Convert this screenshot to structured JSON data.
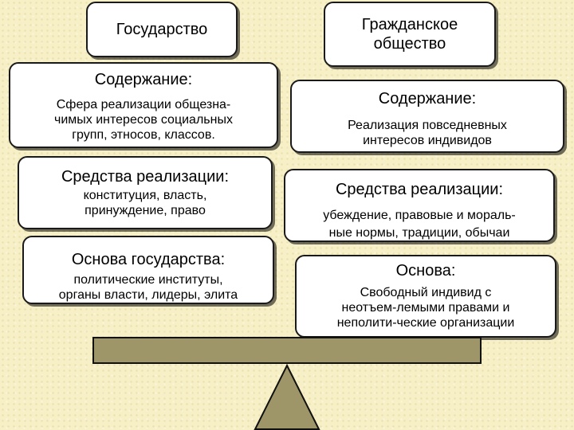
{
  "left": {
    "title": "Государство",
    "content": {
      "heading": "Содержание:",
      "text_lines": [
        "Сфера реализации общезна-",
        "чимых интересов социальных",
        "групп, этносов, классов."
      ]
    },
    "means": {
      "heading": "Средства реализации:",
      "text_lines": [
        "конституция, власть,",
        "принуждение, право"
      ]
    },
    "basis": {
      "heading": "Основа государства:",
      "text_lines": [
        "политические институты,",
        "органы власти, лидеры, элита"
      ]
    }
  },
  "right": {
    "title_lines": [
      "Гражданское",
      "общество"
    ],
    "content": {
      "heading": "Содержание:",
      "text_lines": [
        "Реализация повседневных",
        "интересов индивидов"
      ]
    },
    "means": {
      "heading": "Средства реализации:",
      "text_lines": [
        "убеждение, правовые и мораль-",
        "ные нормы, традиции, обычаи"
      ]
    },
    "basis": {
      "heading": "Основа:",
      "text_lines": [
        "Свободный индивид с",
        "неотъем-лемыми правами и",
        "неполити-ческие организации"
      ]
    }
  },
  "colors": {
    "background": "#f7f0c6",
    "box_fill": "#ffffff",
    "box_border": "#1a1a1a",
    "scale_fill": "#9e9668"
  }
}
